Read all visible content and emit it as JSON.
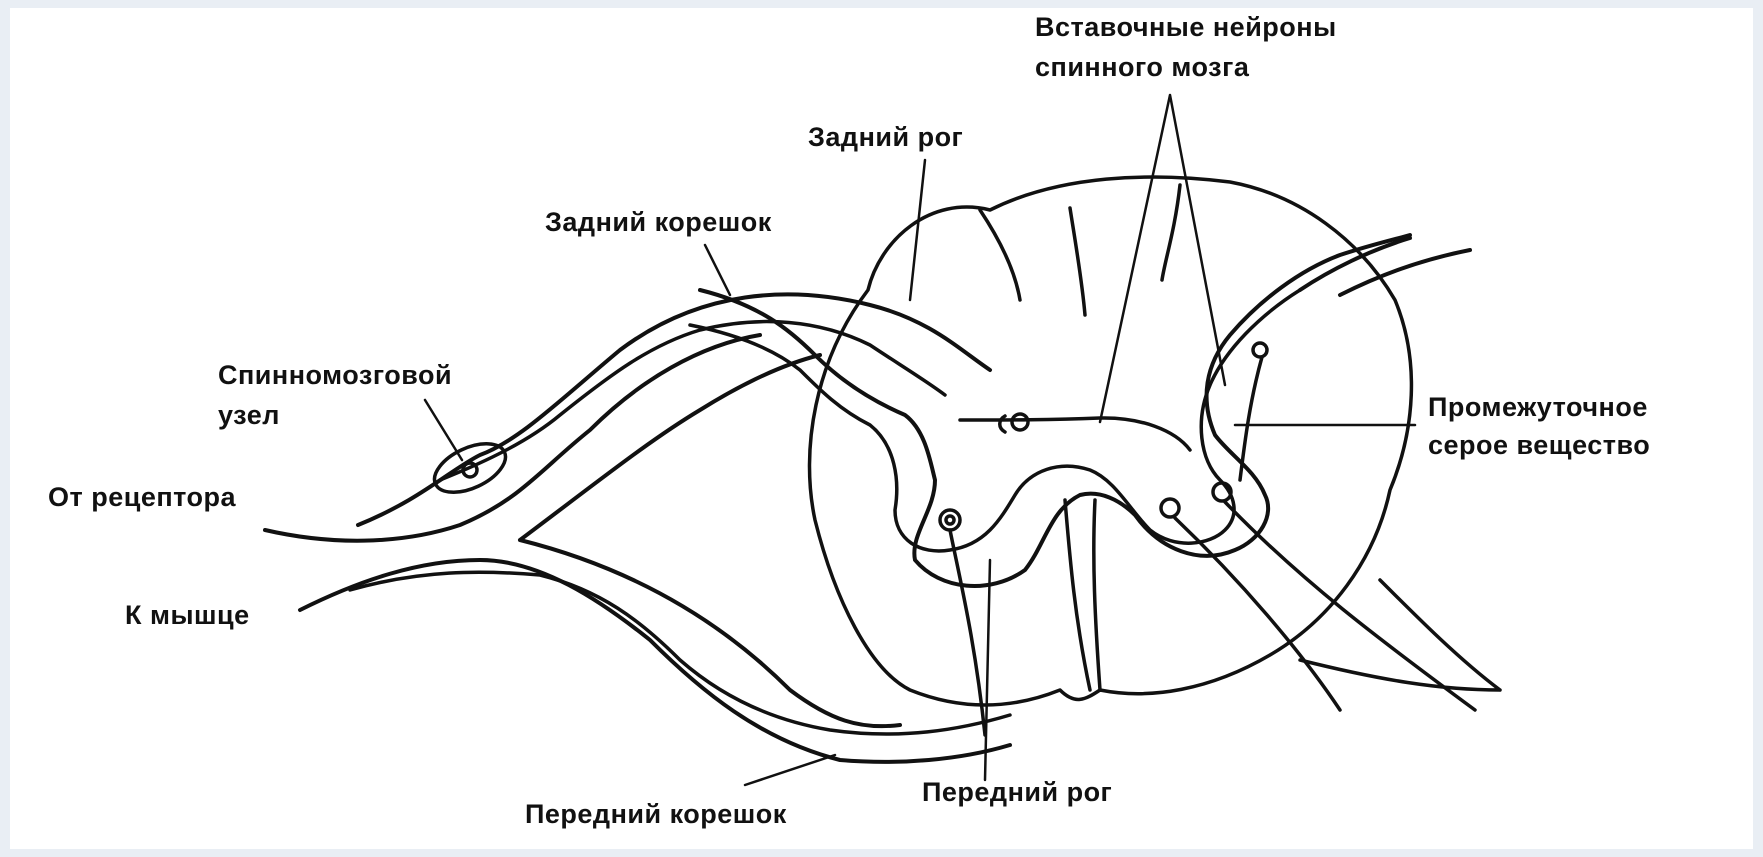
{
  "labels": {
    "interneurons_l1": "Вставочные нейроны",
    "interneurons_l2": "спинного  мозга",
    "dorsal_horn": "Задний рог",
    "dorsal_root": "Задний корешок",
    "spinal_ganglion_l1": "Спинномозговой",
    "spinal_ganglion_l2": "узел",
    "from_receptor": "От рецептора",
    "to_muscle": "К мышце",
    "intermediate_gray_l1": "Промежуточное",
    "intermediate_gray_l2": "серое вещество",
    "ventral_horn": "Передний  рог",
    "ventral_root": "Передний корешок"
  },
  "colors": {
    "ink": "#111111",
    "background": "#ffffff",
    "border": "#e9eef4"
  }
}
